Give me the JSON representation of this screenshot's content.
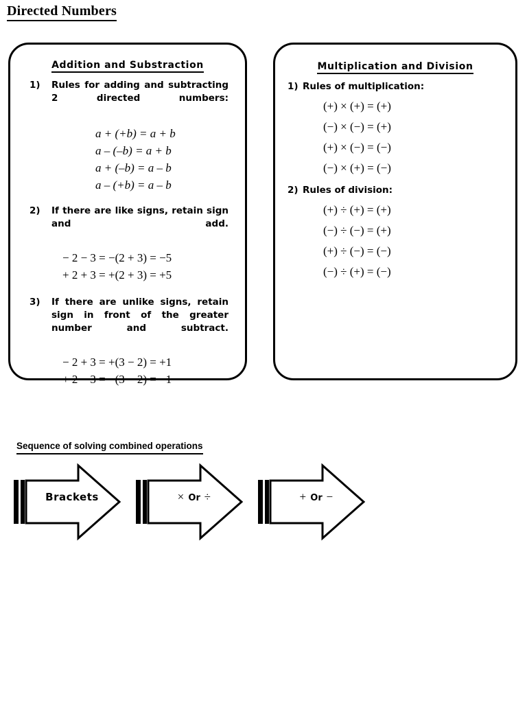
{
  "page": {
    "title": "Directed Numbers"
  },
  "addition_box": {
    "heading": "Addition and Substraction",
    "items": [
      {
        "num": "1)",
        "text": "Rules for adding and subtracting 2 directed numbers:"
      },
      {
        "num": "2)",
        "text": "If there are like signs, retain sign and add."
      },
      {
        "num": "3)",
        "text": "If there are unlike signs, retain sign in front of the greater number and subtract."
      }
    ],
    "formulas": [
      "a + (+b) = a + b",
      "a – (–b) = a + b",
      "a + (–b) = a – b",
      "a – (+b) = a – b"
    ],
    "like_sign_examples": [
      "− 2 − 3 = −(2 + 3) = −5",
      "+ 2 + 3 = +(2 + 3) = +5"
    ],
    "unlike_sign_examples": [
      "− 2 + 3 = +(3 − 2) = +1",
      "+ 2 − 3 = −(3 − 2) = −1"
    ]
  },
  "multiplication_box": {
    "heading": "Multiplication and Division",
    "items": [
      {
        "num": "1)",
        "text": "Rules of multiplication:"
      },
      {
        "num": "2)",
        "text": "Rules of division:"
      }
    ],
    "multiplication_rules": [
      "(+) × (+) = (+)",
      "(−) × (−) = (+)",
      "(+) × (−) = (−)",
      "(−) × (+) = (−)"
    ],
    "division_rules": [
      "(+) ÷ (+) = (+)",
      "(−) ÷ (−) = (+)",
      "(+) ÷ (−) = (−)",
      "(−) ÷ (+) = (−)"
    ]
  },
  "sequence": {
    "heading": "Sequence of solving combined operations",
    "steps": [
      {
        "label": "Brackets",
        "symbols": null
      },
      {
        "label": null,
        "symbols": {
          "first": "×",
          "separator": "Or",
          "second": "÷"
        }
      },
      {
        "label": null,
        "symbols": {
          "first": "+",
          "separator": "Or",
          "second": "−"
        }
      }
    ]
  },
  "colors": {
    "ink": "#000000",
    "paper": "#ffffff"
  }
}
